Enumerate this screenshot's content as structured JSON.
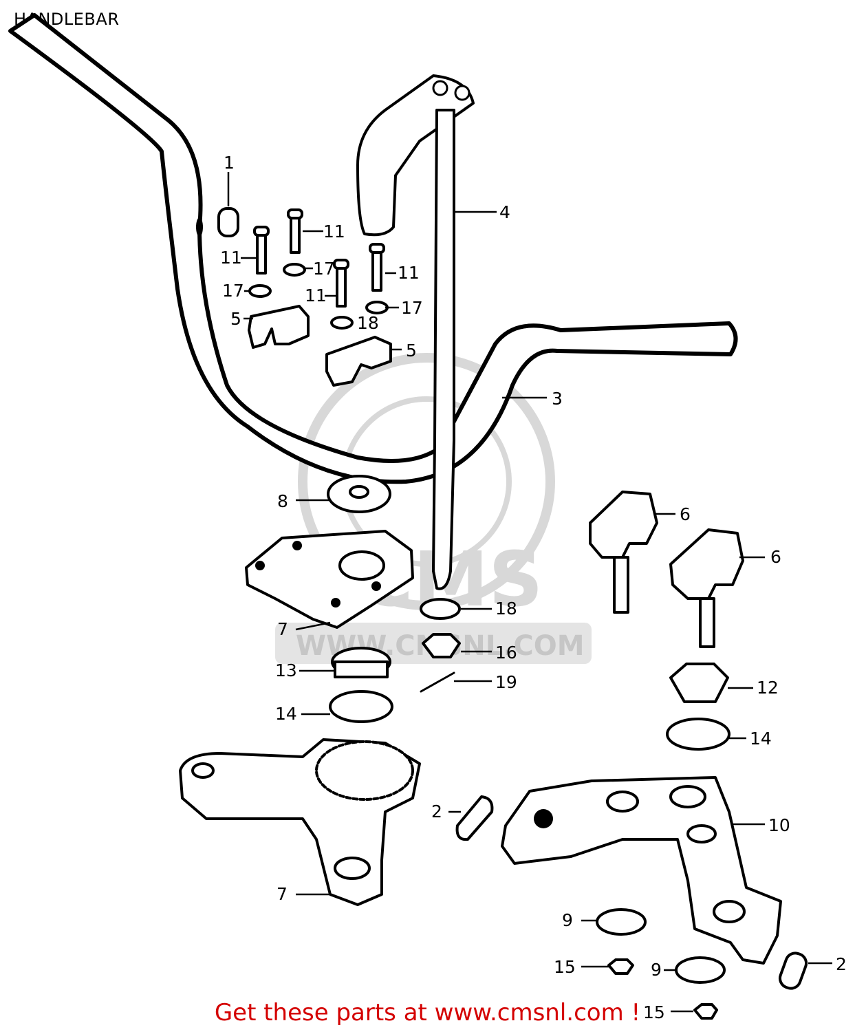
{
  "title": "HANDLEBAR",
  "watermark": {
    "brand": "CMS",
    "url": "WWW.CMSNL.COM"
  },
  "footer": "Get these parts at www.cmsnl.com !",
  "colors": {
    "footer_text": "#d40000",
    "watermark": "#d8d8d8",
    "line": "#000000"
  },
  "callouts": [
    "1",
    "2",
    "2",
    "3",
    "4",
    "5",
    "5",
    "6",
    "6",
    "7",
    "7",
    "7",
    "8",
    "9",
    "9",
    "10",
    "11",
    "11",
    "11",
    "11",
    "12",
    "13",
    "14",
    "14",
    "15",
    "15",
    "16",
    "17",
    "17",
    "17",
    "18",
    "18",
    "19"
  ]
}
